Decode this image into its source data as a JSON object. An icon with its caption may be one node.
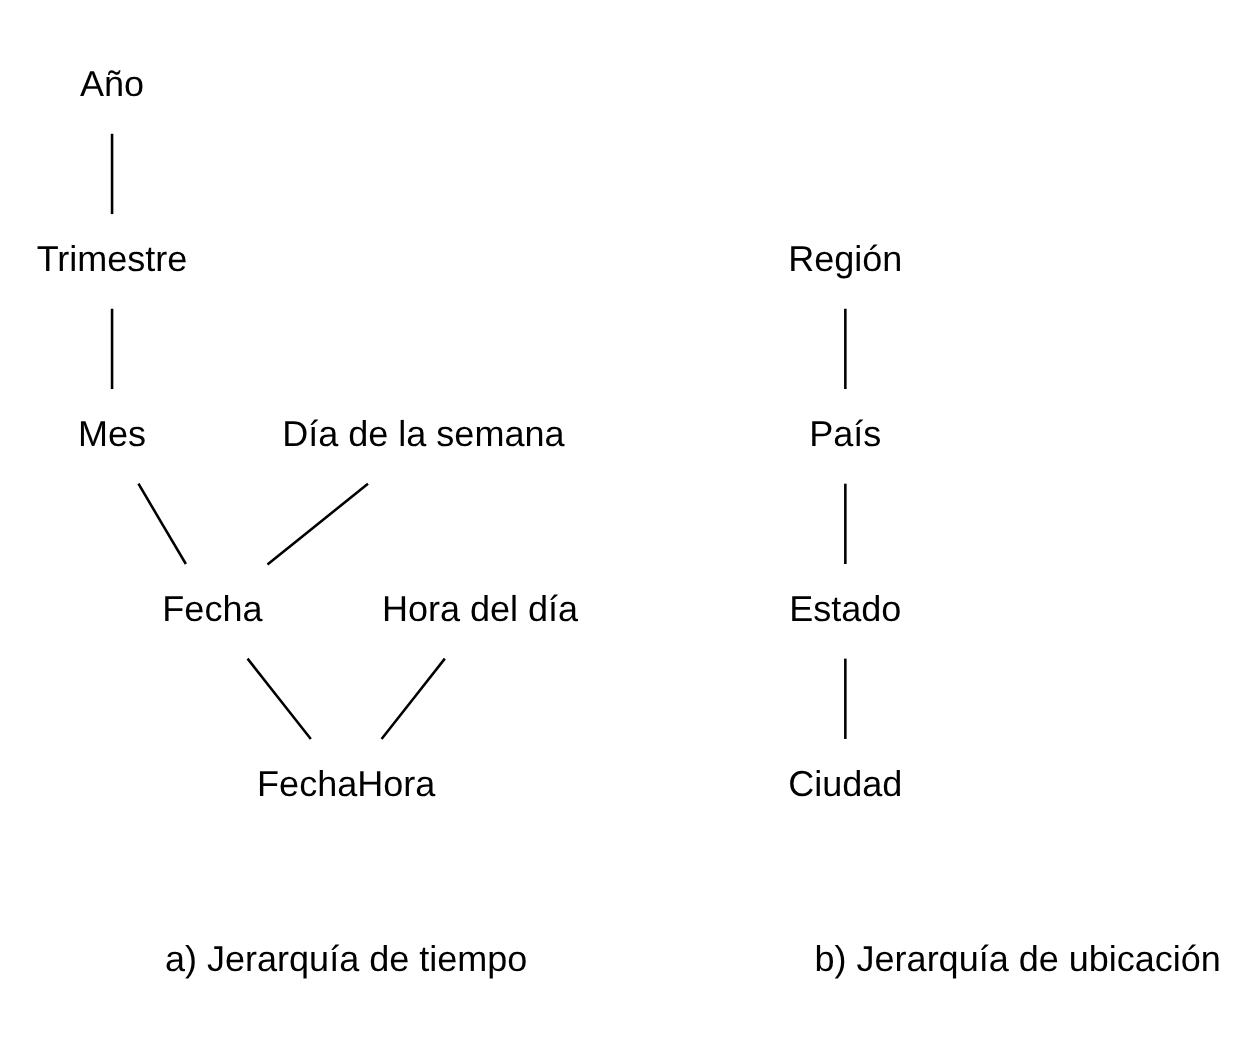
{
  "diagram": {
    "nodes": [
      {
        "text": [
          "Año"
        ]
      },
      {
        "text": [
          "Trimestre"
        ]
      },
      {
        "text": [
          "Región"
        ]
      },
      {
        "text": [
          "Día de la semana"
        ]
      },
      {
        "text": [
          "Mes"
        ]
      },
      {
        "text": [
          "País"
        ]
      },
      {
        "text": [
          "Hora del día"
        ]
      },
      {
        "text": [
          "Fecha"
        ]
      },
      {
        "text": [
          "Estado"
        ]
      },
      {
        "text": [
          "FechaHora"
        ]
      },
      {
        "text": [
          "Ciudad"
        ]
      }
    ],
    "edges": [
      {
        "from": 0,
        "to": 1,
        "arrow": "none"
      },
      {
        "from": 1,
        "to": 4,
        "arrow": "none"
      },
      {
        "from": 3,
        "to": 7,
        "arrow": "none"
      },
      {
        "from": 4,
        "to": 7,
        "arrow": "none"
      },
      {
        "from": 7,
        "to": 9,
        "arrow": "none"
      },
      {
        "from": 6,
        "to": 9,
        "arrow": "none"
      },
      {
        "from": 2,
        "to": 5,
        "arrow": "none"
      },
      {
        "from": 5,
        "to": 8,
        "arrow": "none"
      },
      {
        "from": 8,
        "to": 10,
        "arrow": "none"
      }
    ],
    "labels": [
      "a) Jerarquía de tiempo",
      "b) Jerarquía de ubicación"
    ]
  }
}
